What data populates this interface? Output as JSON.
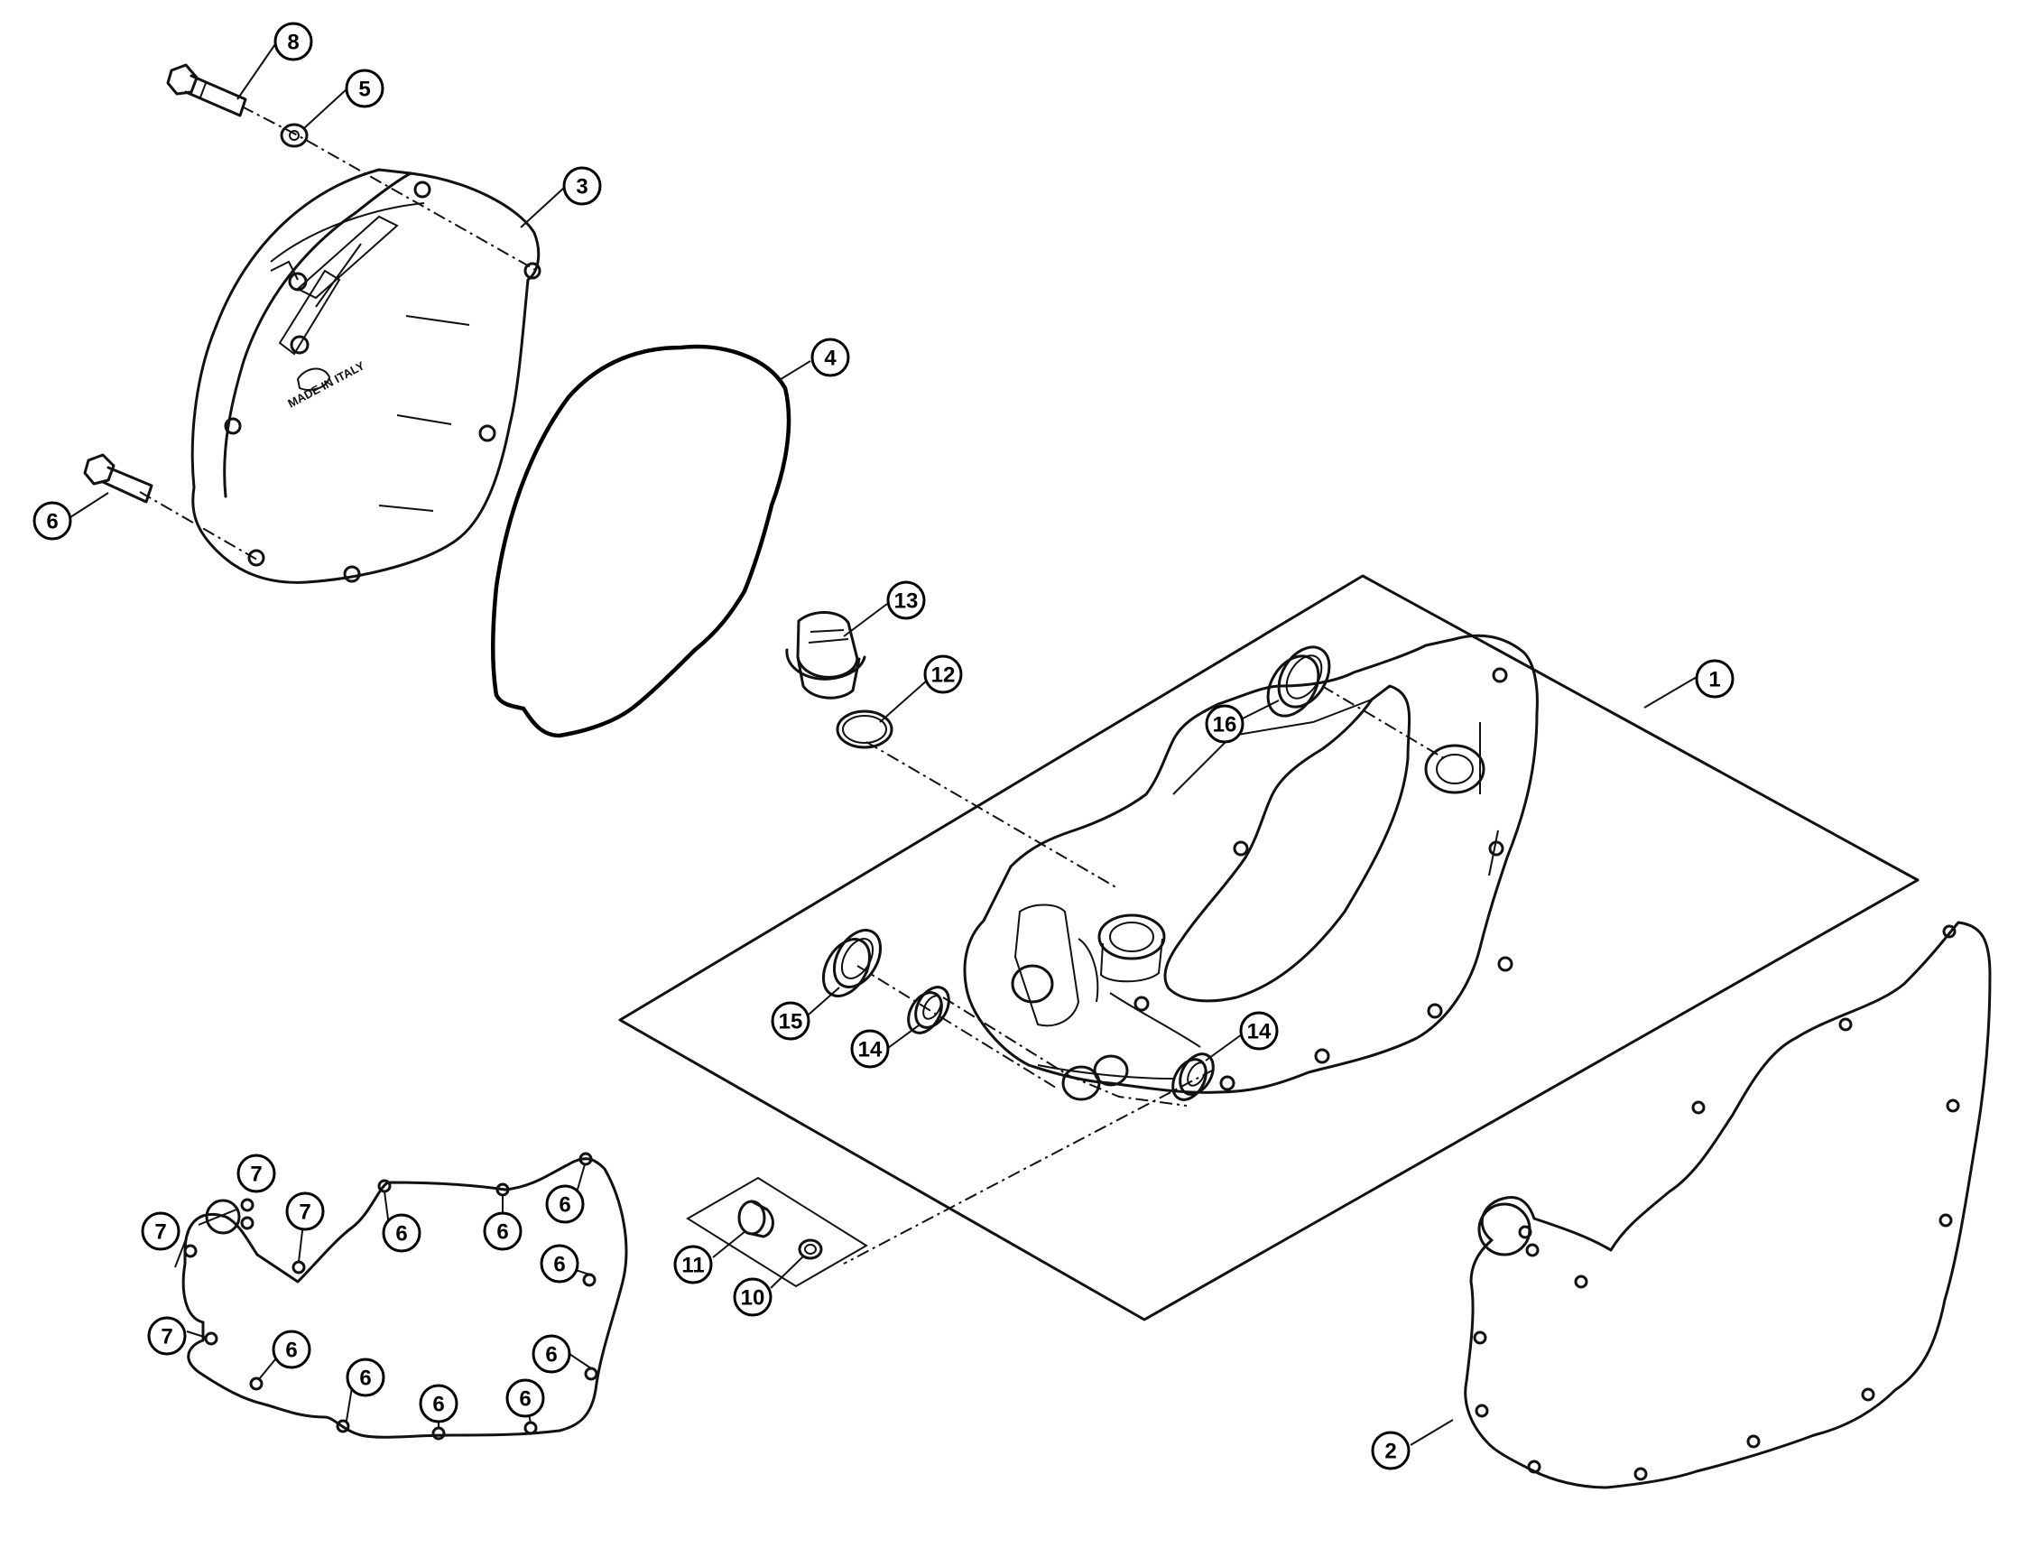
{
  "callouts": [
    {
      "id": "c8",
      "label": "8"
    },
    {
      "id": "c5",
      "label": "5"
    },
    {
      "id": "c3",
      "label": "3"
    },
    {
      "id": "c4",
      "label": "4"
    },
    {
      "id": "c6a",
      "label": "6"
    },
    {
      "id": "c13",
      "label": "13"
    },
    {
      "id": "c12",
      "label": "12"
    },
    {
      "id": "c1",
      "label": "1"
    },
    {
      "id": "c16",
      "label": "16"
    },
    {
      "id": "c15",
      "label": "15"
    },
    {
      "id": "c14a",
      "label": "14"
    },
    {
      "id": "c14b",
      "label": "14"
    },
    {
      "id": "c11",
      "label": "11"
    },
    {
      "id": "c10",
      "label": "10"
    },
    {
      "id": "c2",
      "label": "2"
    },
    {
      "id": "g7a",
      "label": "7"
    },
    {
      "id": "g7b",
      "label": "7"
    },
    {
      "id": "g7c",
      "label": "7"
    },
    {
      "id": "g7d",
      "label": "7"
    },
    {
      "id": "g6a",
      "label": "6"
    },
    {
      "id": "g6b",
      "label": "6"
    },
    {
      "id": "g6c",
      "label": "6"
    },
    {
      "id": "g6d",
      "label": "6"
    },
    {
      "id": "g6e",
      "label": "6"
    },
    {
      "id": "g6f",
      "label": "6"
    },
    {
      "id": "g6g",
      "label": "6"
    },
    {
      "id": "g6h",
      "label": "6"
    },
    {
      "id": "g6i",
      "label": "6"
    }
  ],
  "cover_stamp": [
    "MADE IN ITALY"
  ]
}
